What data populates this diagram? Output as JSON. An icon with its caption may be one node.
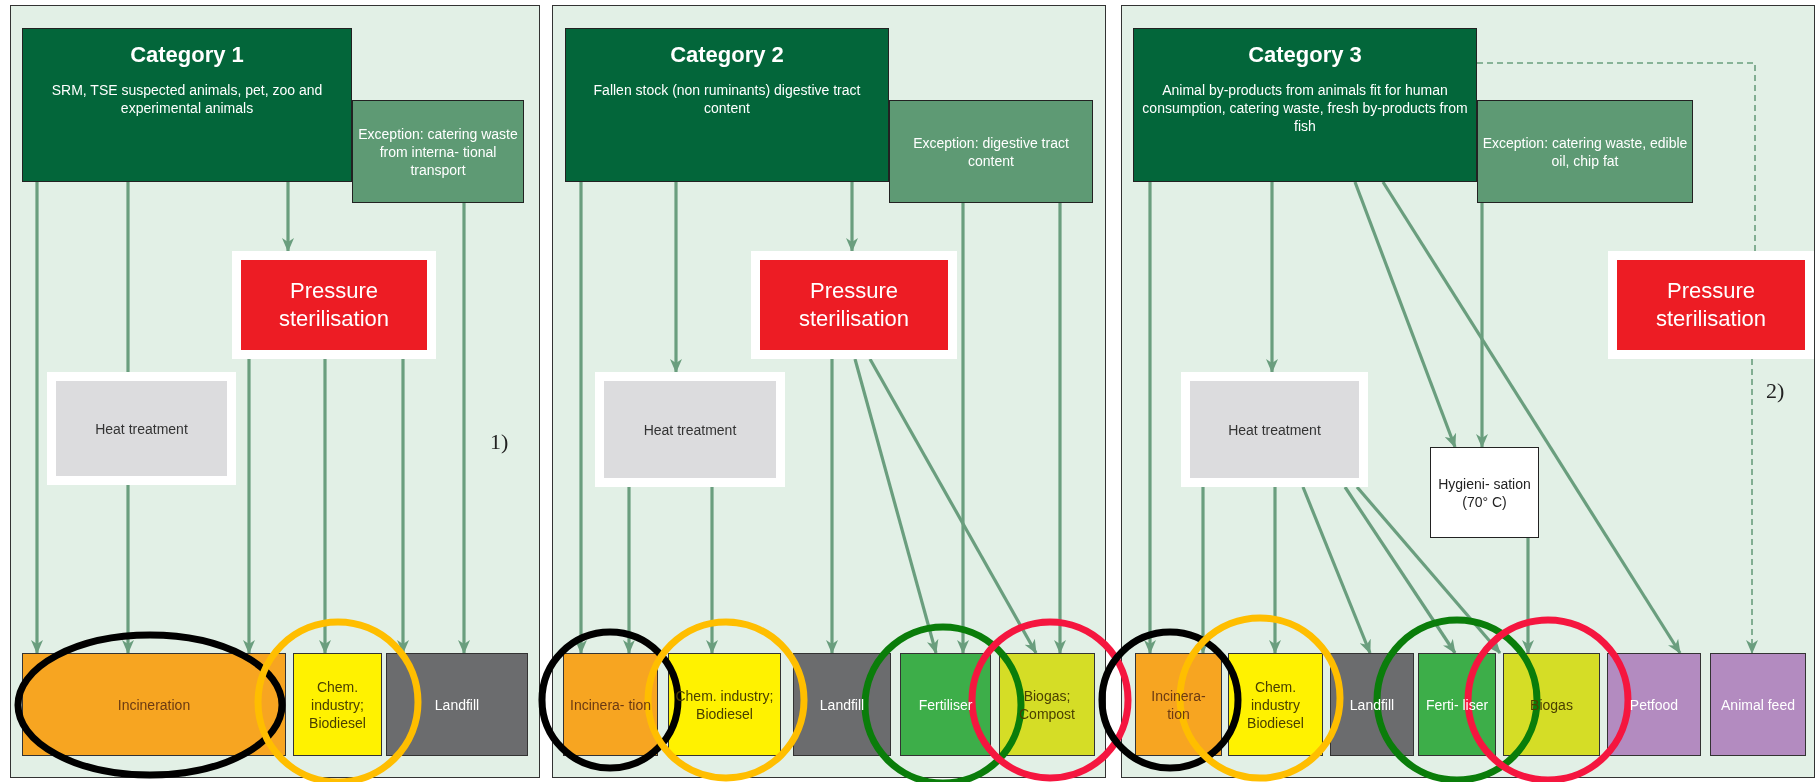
{
  "diagram": {
    "nodes": [
      {
        "text": [
          "Category 1",
          "SRM, TSE suspected animals, pet, zoo and experimental animals"
        ]
      },
      {
        "text": [
          "Exception: catering waste from interna- tional transport"
        ]
      },
      {
        "text": [
          "Pressure sterilisation"
        ]
      },
      {
        "text": [
          "Heat treatment"
        ]
      },
      {
        "text": [
          "Incineration"
        ]
      },
      {
        "text": [
          "Chem. industry; Biodiesel"
        ]
      },
      {
        "text": [
          "Landfill"
        ]
      },
      {
        "text": [
          "Category 2",
          "Fallen stock (non ruminants) digestive tract content"
        ]
      },
      {
        "text": [
          "Exception: digestive tract content"
        ]
      },
      {
        "text": [
          "Pressure sterilisation"
        ]
      },
      {
        "text": [
          "Heat treatment"
        ]
      },
      {
        "text": [
          "Incinera- tion"
        ]
      },
      {
        "text": [
          "Chem. industry; Biodiesel"
        ]
      },
      {
        "text": [
          "Landfill"
        ]
      },
      {
        "text": [
          "Fertiliser"
        ]
      },
      {
        "text": [
          "Biogas; Compost"
        ]
      },
      {
        "text": [
          "Category 3",
          "Animal by-products from animals fit for human consumption, catering waste, fresh by-products from fish"
        ]
      },
      {
        "text": [
          "Exception: catering waste, edible oil, chip fat"
        ]
      },
      {
        "text": [
          "Pressure sterilisation"
        ]
      },
      {
        "text": [
          "Heat treatment"
        ]
      },
      {
        "text": [
          "Hygieni- sation (70° C)"
        ]
      },
      {
        "text": [
          "Incinera- tion"
        ]
      },
      {
        "text": [
          "Chem. industry Biodiesel"
        ]
      },
      {
        "text": [
          "Landfill"
        ]
      },
      {
        "text": [
          "Ferti- liser"
        ]
      },
      {
        "text": [
          "Biogas"
        ]
      },
      {
        "text": [
          "Petfood"
        ]
      },
      {
        "text": [
          "Animal feed"
        ]
      }
    ],
    "edges": [
      {
        "from": 0,
        "to": 4,
        "arrow": "to"
      },
      {
        "from": 0,
        "to": 3,
        "arrow": "none"
      },
      {
        "from": 3,
        "to": 4,
        "arrow": "to"
      },
      {
        "from": 0,
        "to": 2,
        "arrow": "to"
      },
      {
        "from": 2,
        "to": 4,
        "arrow": "to"
      },
      {
        "from": 2,
        "to": 5,
        "arrow": "to"
      },
      {
        "from": 2,
        "to": 6,
        "arrow": "to"
      },
      {
        "from": 1,
        "to": 6,
        "arrow": "to"
      },
      {
        "from": 7,
        "to": 11,
        "arrow": "to"
      },
      {
        "from": 7,
        "to": 10,
        "arrow": "to"
      },
      {
        "from": 10,
        "to": 11,
        "arrow": "to"
      },
      {
        "from": 10,
        "to": 12,
        "arrow": "to"
      },
      {
        "from": 7,
        "to": 9,
        "arrow": "to"
      },
      {
        "from": 9,
        "to": 13,
        "arrow": "to"
      },
      {
        "from": 9,
        "to": 14,
        "arrow": "to"
      },
      {
        "from": 9,
        "to": 15,
        "arrow": "to"
      },
      {
        "from": 8,
        "to": 14,
        "arrow": "to"
      },
      {
        "from": 8,
        "to": 15,
        "arrow": "to"
      },
      {
        "from": 16,
        "to": 21,
        "arrow": "to"
      },
      {
        "from": 16,
        "to": 19,
        "arrow": "to"
      },
      {
        "from": 19,
        "to": 21,
        "arrow": "to"
      },
      {
        "from": 19,
        "to": 22,
        "arrow": "to"
      },
      {
        "from": 19,
        "to": 23,
        "arrow": "to"
      },
      {
        "from": 19,
        "to": 24,
        "arrow": "to"
      },
      {
        "from": 19,
        "to": 25,
        "arrow": "to"
      },
      {
        "from": 16,
        "to": 20,
        "arrow": "to"
      },
      {
        "from": 17,
        "to": 20,
        "arrow": "to"
      },
      {
        "from": 16,
        "to": 26,
        "arrow": "to"
      },
      {
        "from": 20,
        "to": 25,
        "arrow": "to"
      },
      {
        "from": 16,
        "to": 18,
        "arrow": "none",
        "style": "dashed"
      },
      {
        "from": 18,
        "to": 27,
        "arrow": "to",
        "style": "dashed"
      }
    ],
    "labels": [
      "1)",
      "2)"
    ]
  }
}
